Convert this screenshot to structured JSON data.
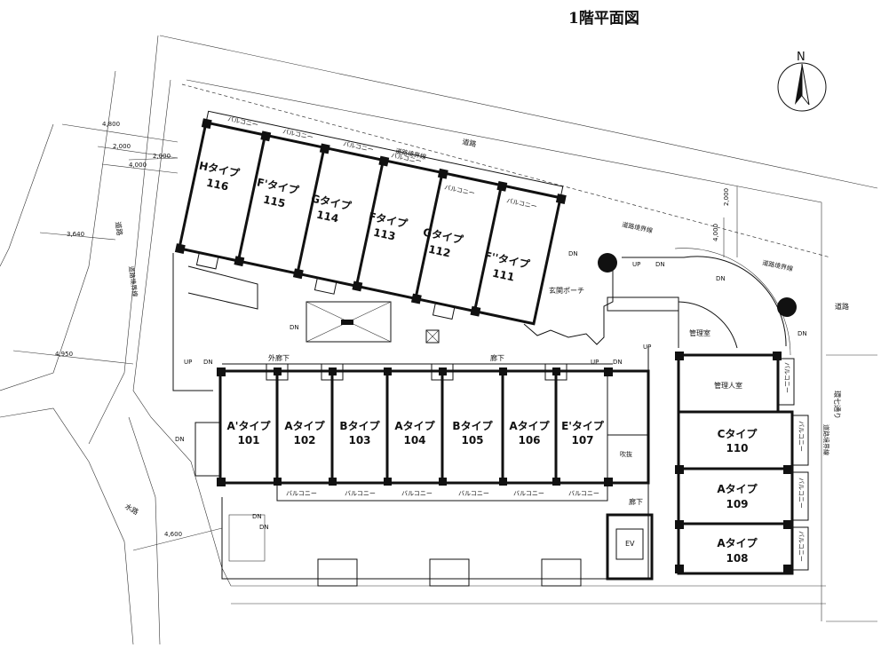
{
  "title": "1階平面図",
  "north": "N",
  "units": [
    {
      "type": "Hタイプ",
      "no": "116"
    },
    {
      "type": "F'タイプ",
      "no": "115"
    },
    {
      "type": "Gタイプ",
      "no": "114"
    },
    {
      "type": "Fタイプ",
      "no": "113"
    },
    {
      "type": "Gタイプ",
      "no": "112"
    },
    {
      "type": "F''タイプ",
      "no": "111"
    },
    {
      "type": "A'タイプ",
      "no": "101"
    },
    {
      "type": "Aタイプ",
      "no": "102"
    },
    {
      "type": "Bタイプ",
      "no": "103"
    },
    {
      "type": "Aタイプ",
      "no": "104"
    },
    {
      "type": "Bタイプ",
      "no": "105"
    },
    {
      "type": "Aタイプ",
      "no": "106"
    },
    {
      "type": "E'タイプ",
      "no": "107"
    },
    {
      "type": "Cタイプ",
      "no": "110"
    },
    {
      "type": "Aタイプ",
      "no": "109"
    },
    {
      "type": "Aタイプ",
      "no": "108"
    }
  ],
  "labels": {
    "road": "道路",
    "road_boundary": "道路境界線",
    "balcony": "バルコニー",
    "entrance_porch": "玄関ポーチ",
    "corridor": "廊下",
    "outer_corridor": "外廊下",
    "management_room": "管理室",
    "manager_room": "管理人室",
    "void": "吹抜",
    "ev": "EV",
    "waterway": "水路",
    "loop7": "環七通り",
    "up": "UP",
    "dn": "DN"
  },
  "dimensions": [
    "4,800",
    "2,000",
    "2,000",
    "4,000",
    "3,640",
    "4,950",
    "4,600",
    "2,000",
    "4,000"
  ]
}
